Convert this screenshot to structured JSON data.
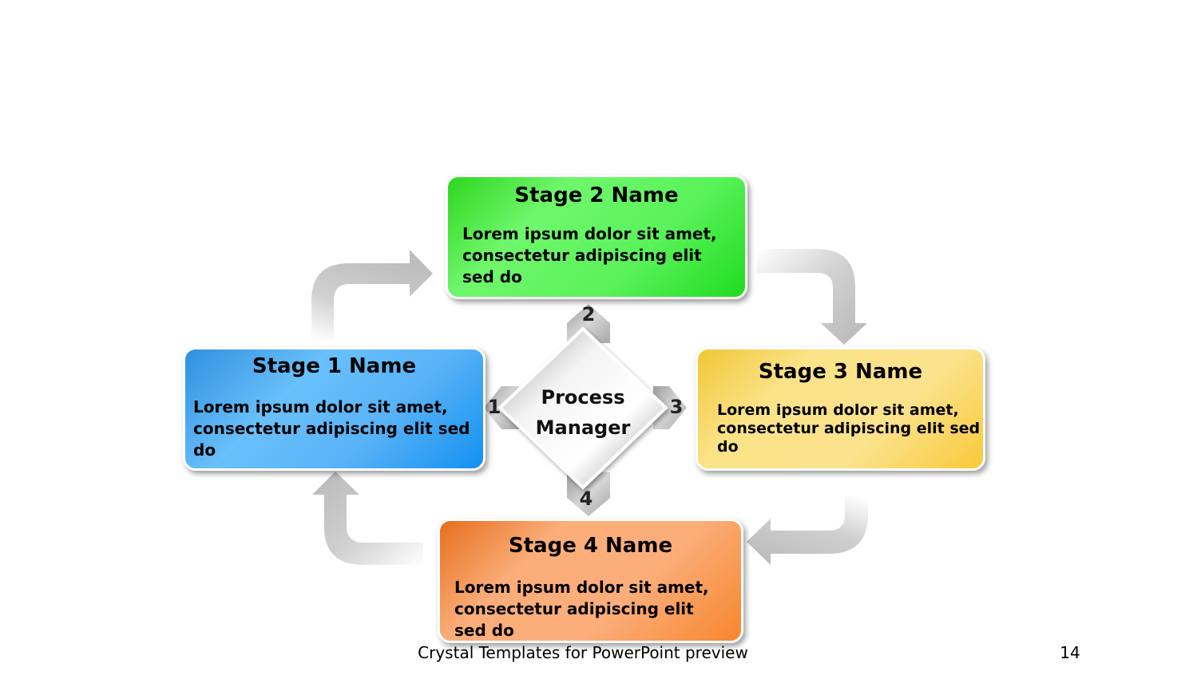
{
  "stages": [
    {
      "title": "Stage 1 Name",
      "text": "Lorem ipsum dolor sit amet, consectetur adipiscing  elit sed do",
      "color": "#58b2f7"
    },
    {
      "title": "Stage 2 Name",
      "text": "Lorem ipsum dolor sit amet, consectetur adipiscing  elit sed do",
      "color": "#5af25a"
    },
    {
      "title": "Stage 3 Name",
      "text": "Lorem ipsum dolor sit amet, consectetur adipiscing  elit sed do",
      "color": "#fbe28c"
    },
    {
      "title": "Stage 4 Name",
      "text": "Lorem ipsum dolor sit amet, consectetur adipiscing  elit sed do",
      "color": "#fbae7a"
    }
  ],
  "hub": {
    "line1": "Process",
    "line2": "Manager"
  },
  "numbers": [
    "1",
    "2",
    "3",
    "4"
  ],
  "footer": {
    "text": "Crystal Templates for PowerPoint preview",
    "page": "14"
  },
  "colors": {
    "arrow": "#bcbcbc",
    "background": "#ffffff"
  }
}
